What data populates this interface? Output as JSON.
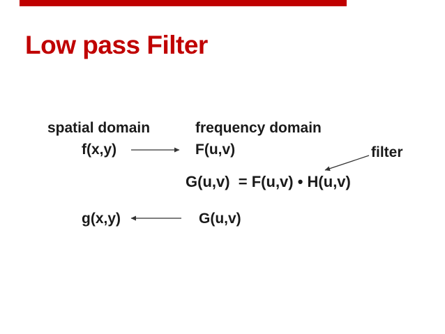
{
  "slide": {
    "title": "Low pass Filter",
    "colors": {
      "accent_red": "#C00000",
      "text": "#1A1A1A",
      "background": "#FFFFFF",
      "arrow": "#333333"
    }
  },
  "diagram": {
    "headers": {
      "spatial": "spatial domain",
      "frequency": "frequency domain"
    },
    "forward_transform": {
      "input": "f(x,y)",
      "output": "F(u,v)",
      "arrow_icon": "right-arrow-icon"
    },
    "equation": "G(u,v)  = F(u,v) • H(u,v)",
    "filter_callout": {
      "label": "filter",
      "arrow_icon": "down-left-arrow-icon"
    },
    "inverse_transform": {
      "output": "g(x,y)",
      "input": "G(u,v)",
      "arrow_icon": "left-arrow-icon"
    }
  }
}
